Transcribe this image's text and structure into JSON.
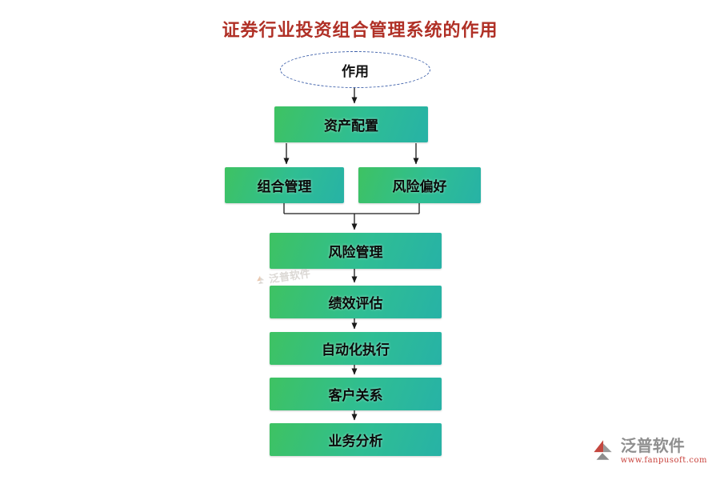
{
  "title": "证券行业投资组合管理系统的作用",
  "nodes": {
    "root": {
      "label": "作用"
    },
    "asset_allocation": {
      "label": "资产配置"
    },
    "portfolio_mgmt": {
      "label": "组合管理"
    },
    "risk_preference": {
      "label": "风险偏好"
    },
    "risk_mgmt": {
      "label": "风险管理"
    },
    "performance_eval": {
      "label": "绩效评估"
    },
    "automation": {
      "label": "自动化执行"
    },
    "customer_relations": {
      "label": "客户关系"
    },
    "business_analysis": {
      "label": "业务分析"
    }
  },
  "edges": [
    {
      "from": "作用",
      "to": "资产配置"
    },
    {
      "from": "资产配置",
      "to": "组合管理"
    },
    {
      "from": "资产配置",
      "to": "风险偏好"
    },
    {
      "from": "组合管理",
      "to": "风险管理"
    },
    {
      "from": "风险偏好",
      "to": "风险管理"
    },
    {
      "from": "风险管理",
      "to": "绩效评估"
    },
    {
      "from": "绩效评估",
      "to": "自动化执行"
    },
    {
      "from": "自动化执行",
      "to": "客户关系"
    },
    {
      "from": "客户关系",
      "to": "业务分析"
    }
  ],
  "watermark": {
    "brand": "泛普软件"
  },
  "footer": {
    "brand": "泛普软件",
    "site": "www.fanpusoft.com"
  },
  "colors": {
    "title": "#b03026",
    "node_gradient_start": "#3ec262",
    "node_gradient_end": "#27b2a6",
    "ellipse_border": "#3b5ea9",
    "arrow": "#1a1a1a",
    "footer_brand": "#8f8f8f",
    "footer_site": "#c9423c"
  }
}
